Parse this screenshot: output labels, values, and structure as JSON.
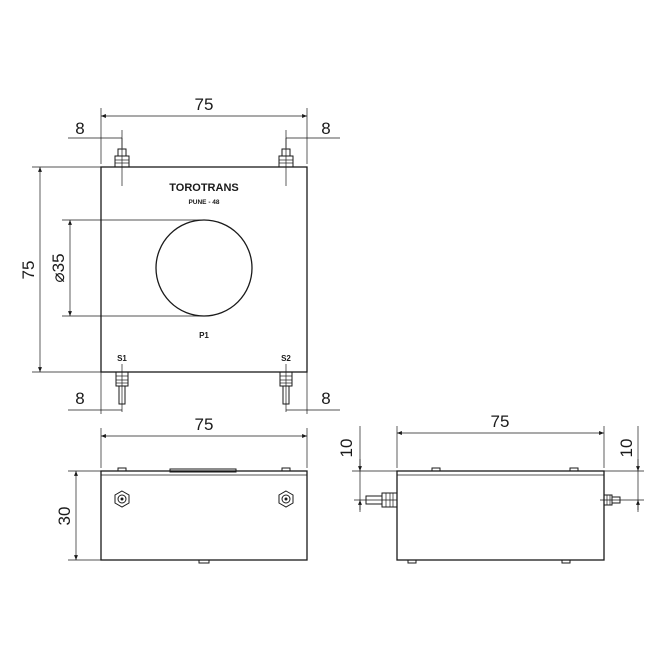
{
  "labels": {
    "brand": "TOROTRANS",
    "location": "PUNE - 48",
    "primary": "P1",
    "secondary_1": "S1",
    "secondary_2": "S2"
  },
  "front_view": {
    "width": "75",
    "height": "75",
    "aperture_diameter": "35",
    "terminal_offset_top_left": "8",
    "terminal_offset_top_right": "8",
    "terminal_offset_bottom_left": "8",
    "terminal_offset_bottom_right": "8"
  },
  "bottom_view": {
    "width": "75",
    "depth": "30"
  },
  "side_view": {
    "width": "75",
    "terminal_height_left": "10",
    "terminal_height_right": "10"
  },
  "symbols": {
    "diameter": "⌀"
  }
}
